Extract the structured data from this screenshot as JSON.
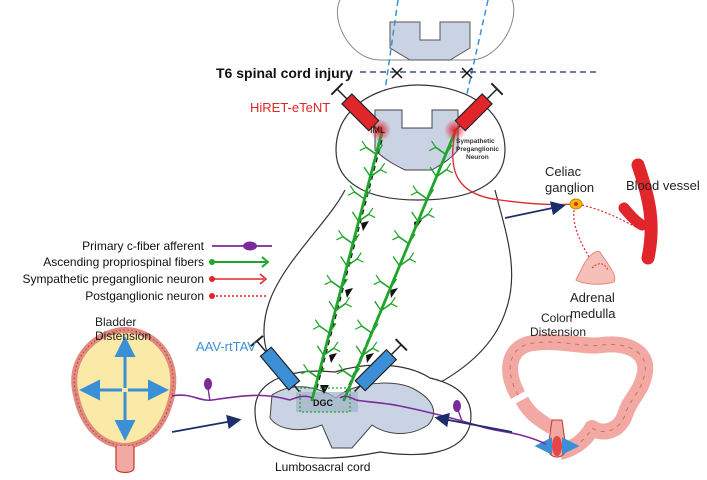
{
  "labels": {
    "injury": "T6 spinal cord injury",
    "hiret": "HiRET-eTeNT",
    "iml": "IML",
    "symp_pre_line1": "Sympathetic",
    "symp_pre_line2": "Preganglionic",
    "symp_pre_line3": "Neuron",
    "celiac_line1": "Celiac",
    "celiac_line2": "ganglion",
    "blood_vessel": "Blood vessel",
    "adrenal_line1": "Adrenal",
    "adrenal_line2": "medulla",
    "aav": "AAV-rtTAV",
    "bladder_line1": "Bladder",
    "bladder_line2": "Distension",
    "colon_line1": "Colon",
    "colon_line2": "Distension",
    "dgc": "DGC",
    "lumbosacral": "Lumbosacral cord"
  },
  "legend": [
    {
      "label": "Primary c-fiber afferent",
      "color": "#7a2a9a",
      "style": "c-fiber"
    },
    {
      "label": "Ascending propriospinal fibers",
      "color": "#1fa52b",
      "style": "propriospinal"
    },
    {
      "label": "Sympathetic preganglionic neuron",
      "color": "#e0262b",
      "style": "preganglionic"
    },
    {
      "label": "Postganglionic neuron",
      "color": "#e0262b",
      "style": "postganglionic"
    }
  ],
  "colors": {
    "green": "#1fa52b",
    "red": "#e0262b",
    "purple": "#7a2a9a",
    "blue": "#3b8fd6",
    "navy": "#1b2e6b",
    "gray_matter": "#c9d3e3",
    "pink": "#f2a9a4"
  }
}
